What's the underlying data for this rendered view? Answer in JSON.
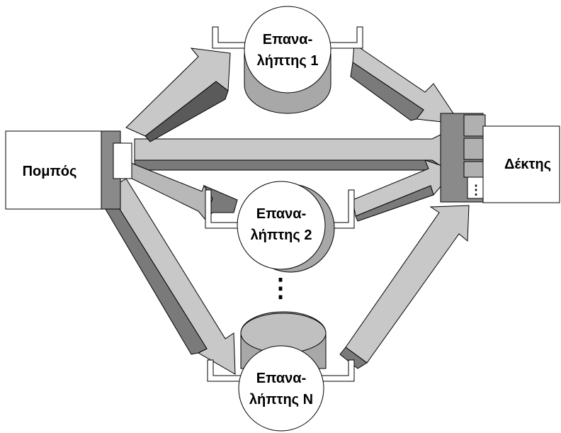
{
  "transmitter": {
    "label": "Πομπός"
  },
  "receiver": {
    "label": "Δέκτης",
    "port_dots": "⋮"
  },
  "repeaters": [
    {
      "line1": "Επανα-",
      "line2": "λήπτης 1"
    },
    {
      "line1": "Επανα-",
      "line2": "λήπτης 2"
    },
    {
      "line1": "Επανα-",
      "line2": "λήπτης Ν"
    }
  ],
  "ellipsis": "⋮",
  "colors": {
    "arrow_face": "#c8c8c8",
    "arrow_side": "#7a7a7a",
    "arrow_dark": "#5a5a5a",
    "cylinder_body": "#a8a8a8",
    "cylinder_top": "#ffffff",
    "outline": "#000000"
  }
}
